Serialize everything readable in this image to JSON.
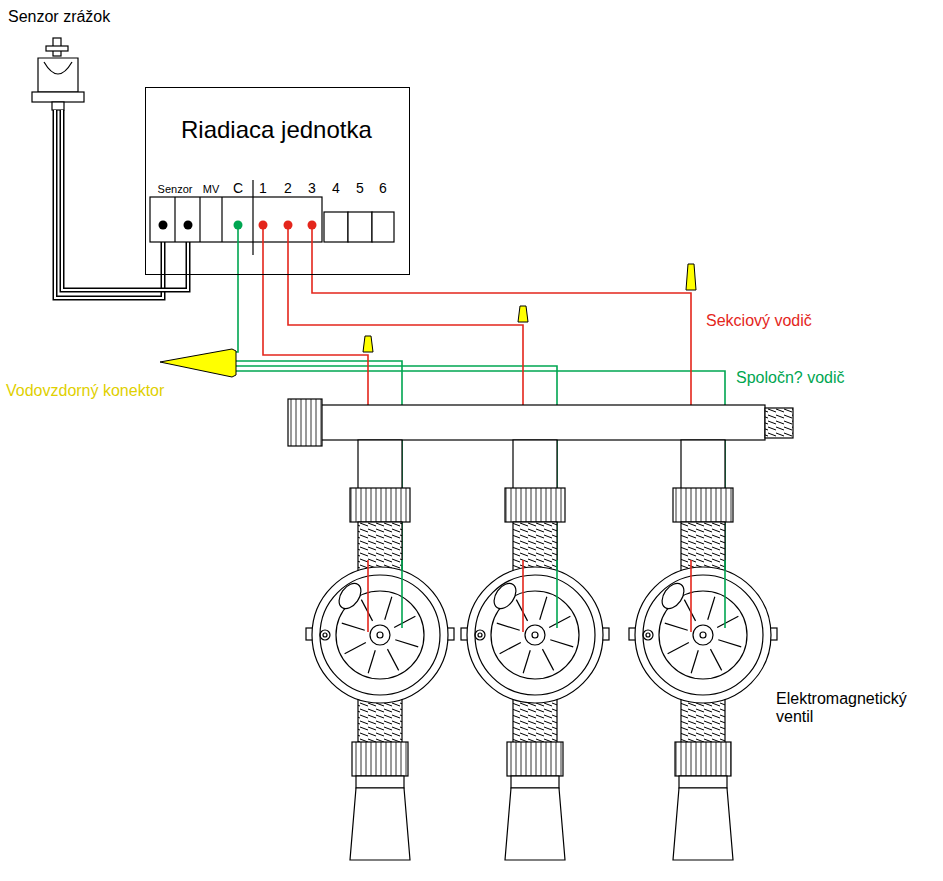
{
  "diagram": {
    "nodes": [
      {
        "text": [
          "Riadiaca jednotka"
        ]
      }
    ],
    "labels": [
      "Senzor zrážok",
      "Senzor",
      "MV",
      "C",
      "1",
      "2",
      "3",
      "4",
      "5",
      "6",
      "Sekciový vodič",
      "Spoločn? vodič",
      "Vodovzdorný konektor",
      "Elektromagnetický ventil"
    ]
  }
}
